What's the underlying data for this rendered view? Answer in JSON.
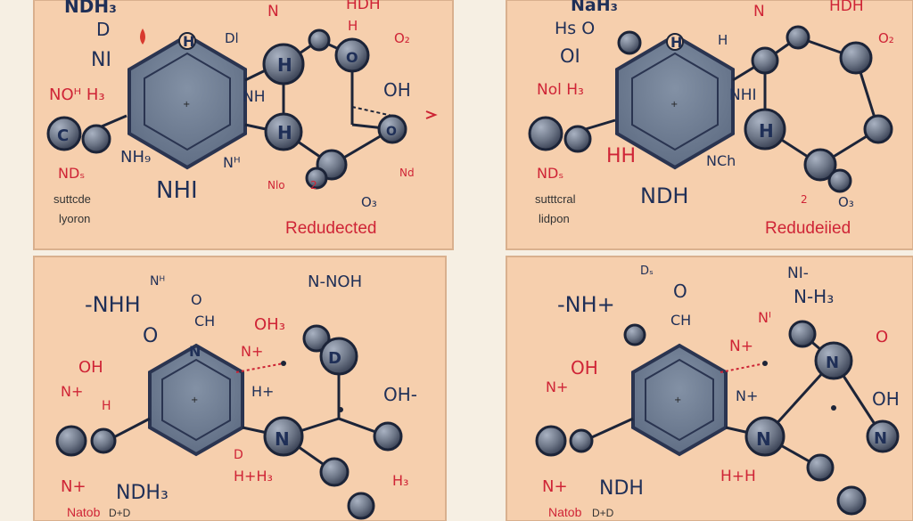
{
  "panels": [
    {
      "id": "top-left",
      "caption_left_1": "suttcde",
      "caption_left_2": "lyoron",
      "caption_right": "Redudected",
      "labels": {
        "top": "NDH₃",
        "d": "D",
        "ni": "NI",
        "nott": "NOᴴ H₃",
        "nhg": "NH₉",
        "nd": "NDₛ",
        "nhl": "NHI",
        "nt": "Nᴴ",
        "nh": "NH",
        "oh": "OH",
        "o2": "O₂",
        "o3": "O₃",
        "h": "H",
        "dl": "Dl",
        "n_top": "N",
        "hdh": "HDH",
        "h2": "H",
        "two": "2",
        "nd2": "Nd",
        "nlo": "Nlo"
      }
    },
    {
      "id": "top-right",
      "caption_left_1": "sutttcral",
      "caption_left_2": "lidpon",
      "caption_right": "Redudeiied",
      "labels": {
        "top": "NaH₃",
        "ho": "Hs O",
        "oi": "OI",
        "nott": "Nol H₃",
        "hh": "HH",
        "nd": "NDₛ",
        "ndh": "NDH",
        "nh": "NCh",
        "nhi": "NHI",
        "o2": "O₂",
        "o3": "O₃",
        "h": "H",
        "n_top": "N",
        "hdh": "HDH",
        "two": "2"
      }
    },
    {
      "id": "bottom-left",
      "caption_left_1": "Natob",
      "caption_left_2": "D+D",
      "labels": {
        "nhh": "-NHH",
        "n3": "Nᴴ",
        "o": "O",
        "ch": "CH",
        "oc": "O",
        "nno": "N-NOH",
        "oh": "OH₃",
        "oh2": "OH",
        "nt": "N+",
        "hp": "H+",
        "ho": "OH-",
        "nh": "N+",
        "ndh": "NDH₃",
        "ht": "H+H₃",
        "hb": "H₃",
        "d": "D",
        "n": "N",
        "dd": "D",
        "h": "H",
        "n_top": "N"
      }
    },
    {
      "id": "bottom-right",
      "caption_left_1": "Natob",
      "caption_left_2": "D+D",
      "labels": {
        "nhh": "-NH+",
        "d3": "Dₛ",
        "o": "O",
        "ch": "CH",
        "oc": "O",
        "nh3": "NI-",
        "nhh3": "N-H₃",
        "nt": "N+",
        "oh": "OH",
        "ni": "N+",
        "nii": "Nᴵ",
        "oh2": "OH",
        "nt2": "N+",
        "ndh": "NDH",
        "htt": "H+H",
        "n": "N",
        "n2": "N",
        "nn": "N"
      }
    }
  ],
  "colors": {
    "panel": "#f6cfad",
    "paper": "#f6efe3",
    "hex_fill": "#6b7a8f",
    "hex_stroke": "#2a3450",
    "atom": "#6d7687",
    "atom_stroke": "#1c2438",
    "navy_text": "#1f2f57",
    "red_text": "#cf2436"
  }
}
